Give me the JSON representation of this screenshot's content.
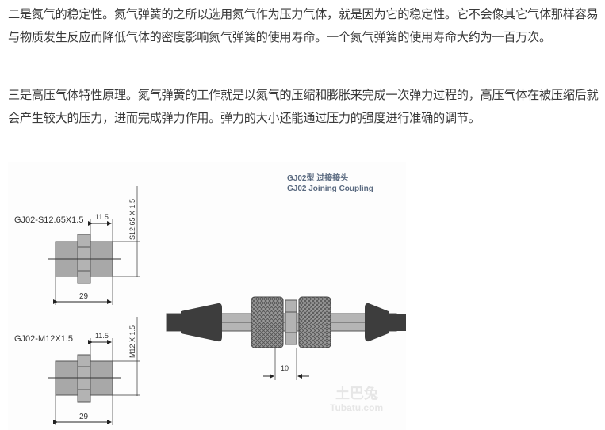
{
  "article": {
    "paragraphs": [
      "二是氮气的稳定性。氮气弹簧的之所以选用氮气作为压力气体，就是因为它的稳定性。它不会像其它气体那样容易与物质发生反应而降低气体的密度影响氮气弹簧的使用寿命。一个氮气弹簧的使用寿命大约为一百万次。",
      "三是高压气体特性原理。氮气弹簧的工作就是以氮气的压缩和膨胀来完成一次弹力过程的，高压气体在被压缩后就会产生较大的压力，进而完成弹力作用。弹力的大小还能通过压力的强度进行准确的调节。"
    ]
  },
  "figure": {
    "title_cn": "GJ02型 过接接头",
    "title_en": "GJ02 Joining Coupling",
    "part1": {
      "label": "GJ02-S12.65X1.5",
      "dim_hex": "11.5",
      "dim_len": "29",
      "dim_thread": "S12.65 X 1.5"
    },
    "part2": {
      "label": "GJ02-M12X1.5",
      "dim_hex": "11.5",
      "dim_len": "29",
      "dim_thread": "M12 X 1.5"
    },
    "assembly": {
      "dim_gap": "10"
    },
    "watermark_cn": "土巴兔",
    "watermark_en": "Tubatu.com"
  }
}
